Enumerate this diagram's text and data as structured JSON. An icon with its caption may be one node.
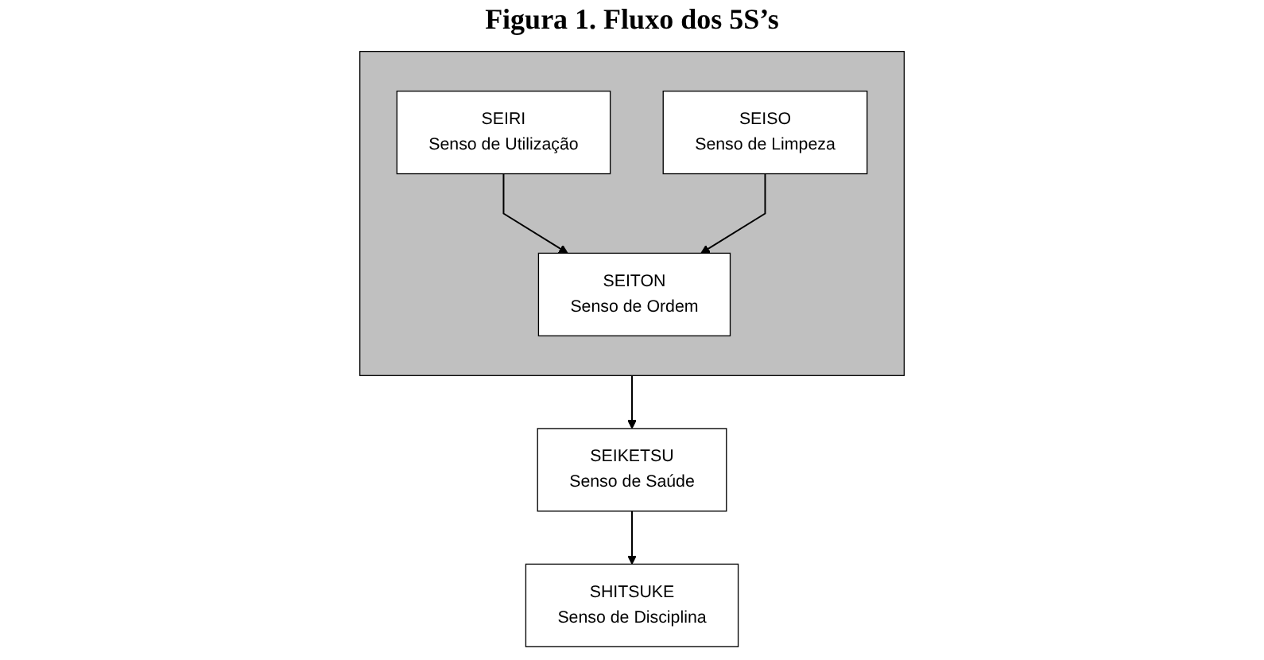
{
  "diagram": {
    "title": "Figura 1. Fluxo dos 5S’s",
    "nodes": [
      {
        "text": [],
        "shape": "box"
      },
      {
        "text": [
          "SEIRI",
          "Senso de Utilização"
        ],
        "in": 0
      },
      {
        "text": [
          "SEISO",
          "Senso de Limpeza"
        ],
        "in": 0
      },
      {
        "text": [
          "SEITON",
          "Senso de Ordem"
        ],
        "in": 0
      },
      {
        "text": [
          "SEIKETSU",
          "Senso de Saúde"
        ]
      },
      {
        "text": [
          "SHITSUKE",
          "Senso de Disciplina"
        ]
      }
    ],
    "edges": [
      {
        "from": 1,
        "to": 3,
        "arrow": "to"
      },
      {
        "from": 2,
        "to": 3,
        "arrow": "to"
      },
      {
        "from": 0,
        "to": 4,
        "arrow": "to"
      },
      {
        "from": 4,
        "to": 5,
        "arrow": "to"
      }
    ]
  }
}
